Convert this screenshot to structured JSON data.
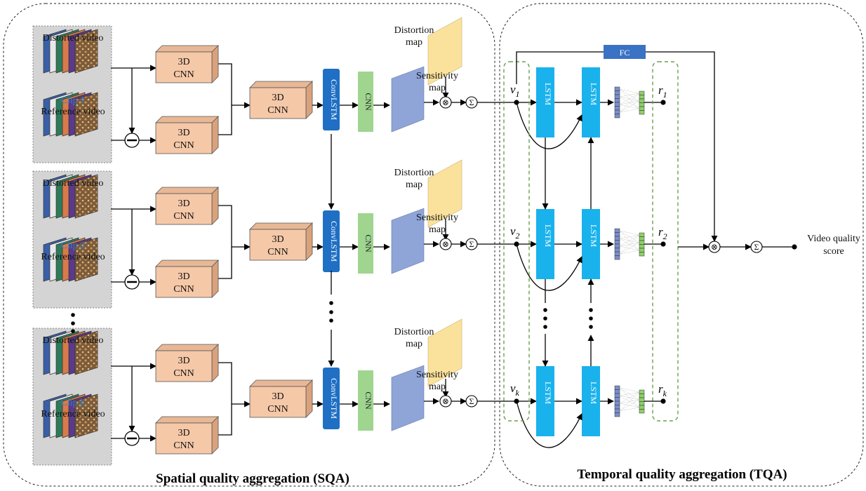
{
  "sqa": {
    "title": "Spatial quality aggregation (SQA)",
    "clips": [
      {
        "distorted": "Distorted video",
        "clip": "Clip 1",
        "reference": "Reference video"
      },
      {
        "distorted": "Distorted video",
        "clip": "Clip 2",
        "reference": "Reference video"
      },
      {
        "distorted": "Distorted video",
        "clip": "Clip k",
        "reference": "Reference video"
      }
    ],
    "cnn3d": "3D",
    "cnn3d_line2": "CNN",
    "convlstm": "ConvLSTM",
    "cnn": "CNN",
    "distortion_map": [
      "Distortion",
      "map"
    ],
    "sensitivity_map": [
      "Sensitivity",
      "map"
    ],
    "multiply": "⊗",
    "sum": "Σ"
  },
  "tqa": {
    "title": "Temporal quality aggregation (TQA)",
    "fc": "FC",
    "lstm": "LSTM",
    "v_labels": [
      {
        "base": "v",
        "sub": "1"
      },
      {
        "base": "v",
        "sub": "2"
      },
      {
        "base": "v",
        "sub": "k"
      }
    ],
    "r_labels": [
      {
        "base": "r",
        "sub": "1"
      },
      {
        "base": "r",
        "sub": "2"
      },
      {
        "base": "r",
        "sub": "k"
      }
    ],
    "output": [
      "Video quality",
      "score"
    ]
  },
  "colors": {
    "cnn3d": "#f5c8a8",
    "cnn3d_side": "#d9a27c",
    "convlstm": "#1f6fc4",
    "cnn": "#9fd58f",
    "sensitivity": "#8fa5d8",
    "distortion": "#fbe29c",
    "lstm": "#19b2ec",
    "fc": "#3a72c4",
    "clip_panel": "#d4d4d4",
    "dashed_green": "#6a9f4a"
  }
}
